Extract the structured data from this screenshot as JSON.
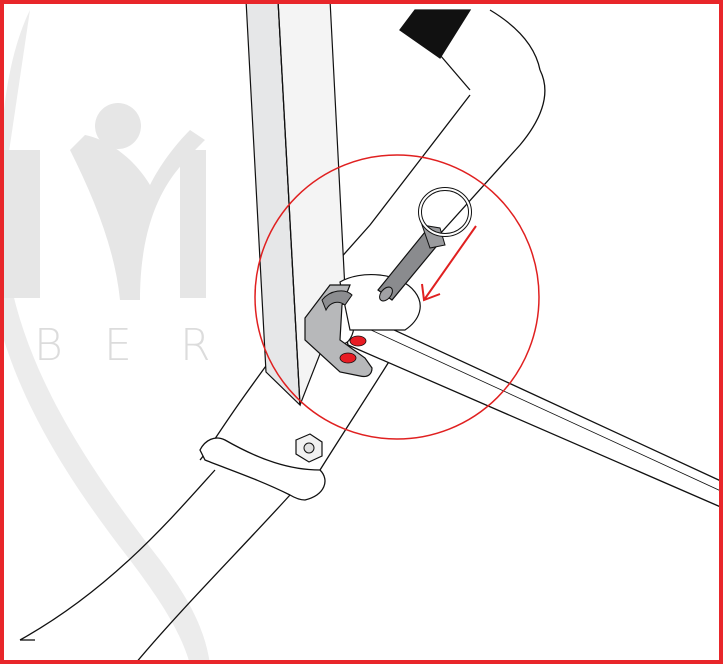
{
  "watermark": {
    "letters": [
      "B",
      "E",
      "R"
    ],
    "color": "#dcdcdc"
  },
  "colors": {
    "border": "#e8262a",
    "callout": "#e02020",
    "arrow": "#e02020",
    "pin_holes": "#e81c24",
    "outline": "#111111",
    "post_face": "#e6e7e8",
    "post_side": "#f4f4f4",
    "bracket": "#b7b8ba",
    "bracket_dark": "#8c8d90",
    "pin": "#8a8b8e",
    "grip": "#111111"
  },
  "icons": {
    "arrow": "arrow-down-left-icon",
    "pin": "locking-pin-icon",
    "nut": "hex-nut-icon"
  }
}
